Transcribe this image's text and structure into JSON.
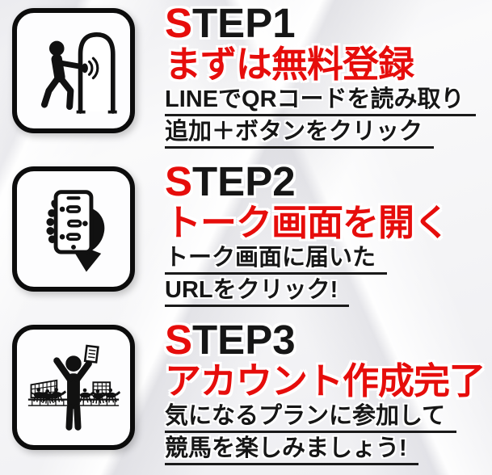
{
  "colors": {
    "accent_red": "#e60d0b",
    "text_black": "#161616",
    "background": "#f2f2f4"
  },
  "steps": [
    {
      "title_prefix": "S",
      "title_rest": "TEP1",
      "headline": "まずは無料登録",
      "lines": [
        "LINEでQRコードを読み取り",
        "追加＋ボタンをクリック"
      ],
      "icon": "door-entry-icon"
    },
    {
      "title_prefix": "S",
      "title_rest": "TEP2",
      "headline": "トーク画面を開く",
      "lines": [
        "トーク画面に届いた",
        "URLをクリック!"
      ],
      "icon": "hand-smartphone-chat-icon"
    },
    {
      "title_prefix": "S",
      "title_rest": "TEP3",
      "headline": "アカウント作成完了",
      "lines": [
        "気になるプランに参加して",
        "競馬を楽しみましょう!"
      ],
      "icon": "cheering-winner-racetrack-icon"
    }
  ]
}
